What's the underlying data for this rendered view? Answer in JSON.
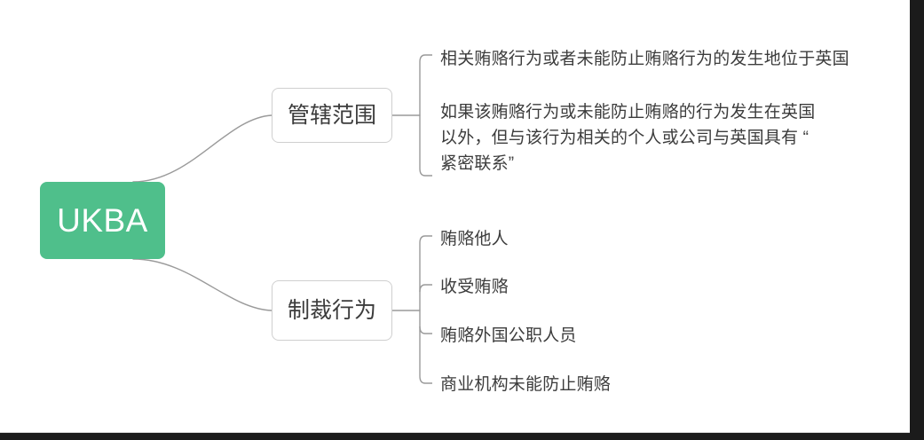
{
  "document": {
    "type": "mindmap",
    "background_color": "#ffffff"
  },
  "mindmap": {
    "root": {
      "label": "UKBA",
      "fill_color": "#4fbf8b",
      "text_color": "#ffffff"
    },
    "branches": [
      {
        "label": "管辖范围",
        "children": [
          {
            "text": "相关贿赂行为或者未能防止贿赂行为的发生地位于英国"
          },
          {
            "text": "如果该贿赂行为或未能防止贿赂的行为发生在英国\n以外，但与该行为相关的个人或公司与英国具有 “\n紧密联系”"
          }
        ]
      },
      {
        "label": "制裁行为",
        "children": [
          {
            "text": "贿赂他人"
          },
          {
            "text": "收受贿赂"
          },
          {
            "text": "贿赂外国公职人员"
          },
          {
            "text": "商业机构未能防止贿赂"
          }
        ]
      }
    ],
    "style": {
      "connector_color": "#9a9a9a",
      "node_border_color": "#cfcfcf",
      "node_text_color": "#3c3c3c",
      "leaf_text_color": "#3c3c3c"
    }
  }
}
